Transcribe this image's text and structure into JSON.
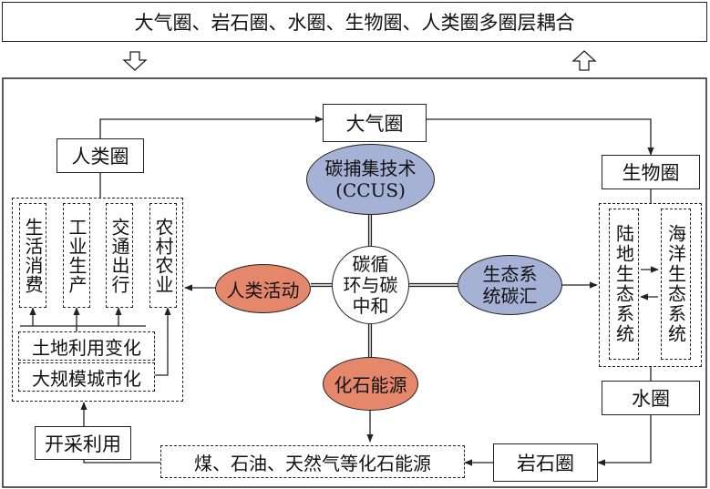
{
  "top_banner": "大气圈、岩石圈、水圈、生物圈、人类圈多圈层耦合",
  "spheres": {
    "atmosphere": "大气圈",
    "human": "人类圈",
    "biosphere": "生物圈",
    "hydrosphere": "水圈",
    "lithosphere": "岩石圈"
  },
  "human_sectors": [
    "生活消费",
    "工业生产",
    "交通出行",
    "农村农业"
  ],
  "land_use": "土地利用变化",
  "urbanization": "大规模城市化",
  "exploitation": "开采利用",
  "fossil_resources": "煤、石油、天然气等化石能源",
  "center": {
    "line1": "碳循",
    "line2": "环与碳",
    "line3": "中和"
  },
  "ccus": {
    "line1": "碳捕集技术",
    "line2": "(CCUS)"
  },
  "human_activity": "人类活动",
  "eco_sink": {
    "line1": "生态系",
    "line2": "统碳汇"
  },
  "fossil_energy": "化石能源",
  "eco_systems": {
    "land": "陆地生态系统",
    "ocean": "海洋生态系统"
  },
  "colors": {
    "blue_ellipse": "#a6b1d6",
    "orange_ellipse": "#e4876a",
    "line": "#222222"
  }
}
